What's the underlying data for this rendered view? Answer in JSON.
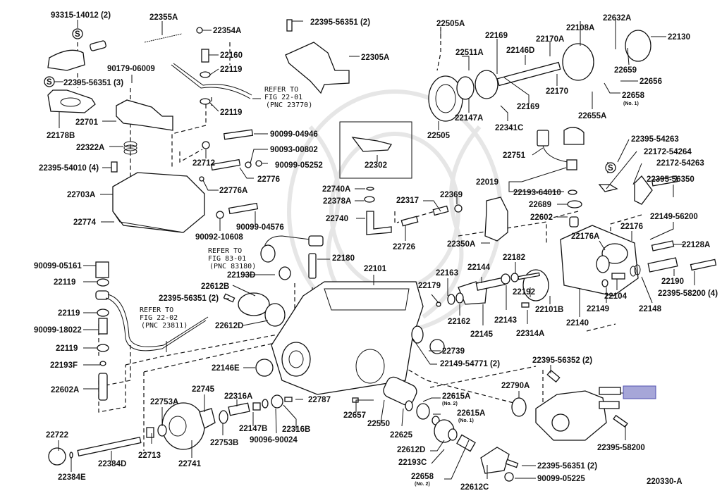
{
  "diagram": {
    "figure_id": "220330-A",
    "highlight_color": "#a6a6d8",
    "highlight_border": "#5050b0",
    "parts": [
      {
        "id": "p1",
        "label": "93315-14012 (2)"
      },
      {
        "id": "p2",
        "label": "22355A"
      },
      {
        "id": "p3",
        "label": "22354A"
      },
      {
        "id": "p4",
        "label": "22160"
      },
      {
        "id": "p5",
        "label": "22119"
      },
      {
        "id": "p6",
        "label": "90179-06009"
      },
      {
        "id": "p7",
        "label": "22395-56351 (3)"
      },
      {
        "id": "p8",
        "label": "22119"
      },
      {
        "id": "p9",
        "label": "22701"
      },
      {
        "id": "p10",
        "label": "22178B"
      },
      {
        "id": "p11",
        "label": "22322A"
      },
      {
        "id": "p12",
        "label": "22395-54010 (4)"
      },
      {
        "id": "p13",
        "label": "22712"
      },
      {
        "id": "p14",
        "label": "22703A"
      },
      {
        "id": "p15",
        "label": "22774"
      },
      {
        "id": "p16",
        "label": "22395-56351 (2)"
      },
      {
        "id": "p17",
        "label": "22305A"
      },
      {
        "id": "p18",
        "label": "90099-04946"
      },
      {
        "id": "p19",
        "label": "90093-00802"
      },
      {
        "id": "p20",
        "label": "90099-05252"
      },
      {
        "id": "p21",
        "label": "22776"
      },
      {
        "id": "p22",
        "label": "22776A"
      },
      {
        "id": "p23",
        "label": "90099-04576"
      },
      {
        "id": "p24",
        "label": "90092-10608"
      },
      {
        "id": "p25",
        "label": "22302"
      },
      {
        "id": "p26",
        "label": "22505A"
      },
      {
        "id": "p27",
        "label": "22511A"
      },
      {
        "id": "p28",
        "label": "22169"
      },
      {
        "id": "p29",
        "label": "22146D"
      },
      {
        "id": "p30",
        "label": "22170A"
      },
      {
        "id": "p31",
        "label": "22108A"
      },
      {
        "id": "p32",
        "label": "22632A"
      },
      {
        "id": "p33",
        "label": "22130"
      },
      {
        "id": "p34",
        "label": "22659"
      },
      {
        "id": "p35",
        "label": "22656"
      },
      {
        "id": "p36",
        "label": "22658"
      },
      {
        "id": "p37",
        "label": "22170"
      },
      {
        "id": "p38",
        "label": "22169"
      },
      {
        "id": "p39",
        "label": "22147A"
      },
      {
        "id": "p40",
        "label": "22341C"
      },
      {
        "id": "p41",
        "label": "22505"
      },
      {
        "id": "p42",
        "label": "22655A"
      },
      {
        "id": "p43",
        "label": "22751"
      },
      {
        "id": "p44",
        "label": "22019"
      },
      {
        "id": "p45",
        "label": "22193-64010"
      },
      {
        "id": "p46",
        "label": "22689"
      },
      {
        "id": "p47",
        "label": "22602"
      },
      {
        "id": "p48",
        "label": "22395-54263"
      },
      {
        "id": "p49",
        "label": "22172-54264"
      },
      {
        "id": "p50",
        "label": "22172-54263"
      },
      {
        "id": "p51",
        "label": "22395-56350"
      },
      {
        "id": "p52",
        "label": "22149-56200"
      },
      {
        "id": "p53",
        "label": "22128A"
      },
      {
        "id": "p54",
        "label": "22176"
      },
      {
        "id": "p55",
        "label": "22176A"
      },
      {
        "id": "p56",
        "label": "22190"
      },
      {
        "id": "p57",
        "label": "22395-58200 (4)"
      },
      {
        "id": "p58",
        "label": "22104"
      },
      {
        "id": "p59",
        "label": "22148"
      },
      {
        "id": "p60",
        "label": "22149"
      },
      {
        "id": "p61",
        "label": "22140"
      },
      {
        "id": "p62",
        "label": "22101B"
      },
      {
        "id": "p63",
        "label": "22192"
      },
      {
        "id": "p64",
        "label": "22182"
      },
      {
        "id": "p65",
        "label": "22143"
      },
      {
        "id": "p66",
        "label": "22314A"
      },
      {
        "id": "p67",
        "label": "22144"
      },
      {
        "id": "p68",
        "label": "22145"
      },
      {
        "id": "p69",
        "label": "22163"
      },
      {
        "id": "p70",
        "label": "22162"
      },
      {
        "id": "p71",
        "label": "22179"
      },
      {
        "id": "p72",
        "label": "22740A"
      },
      {
        "id": "p73",
        "label": "22378A"
      },
      {
        "id": "p74",
        "label": "22740"
      },
      {
        "id": "p75",
        "label": "22317"
      },
      {
        "id": "p76",
        "label": "22369"
      },
      {
        "id": "p77",
        "label": "22726"
      },
      {
        "id": "p78",
        "label": "22350A"
      },
      {
        "id": "p79",
        "label": "22180"
      },
      {
        "id": "p80",
        "label": "22101"
      },
      {
        "id": "p81",
        "label": "22193D"
      },
      {
        "id": "p82",
        "label": "22612B"
      },
      {
        "id": "p83",
        "label": "22395-56351 (2)"
      },
      {
        "id": "p84",
        "label": "22612D"
      },
      {
        "id": "p85",
        "label": "22739"
      },
      {
        "id": "p86",
        "label": "22149-54771 (2)"
      },
      {
        "id": "p87",
        "label": "90099-05161"
      },
      {
        "id": "p88",
        "label": "22119"
      },
      {
        "id": "p89",
        "label": "22119"
      },
      {
        "id": "p90",
        "label": "90099-18022"
      },
      {
        "id": "p91",
        "label": "22119"
      },
      {
        "id": "p92",
        "label": "22193F"
      },
      {
        "id": "p93",
        "label": "22602A"
      },
      {
        "id": "p94",
        "label": "22146E"
      },
      {
        "id": "p95",
        "label": "22745"
      },
      {
        "id": "p96",
        "label": "22753A"
      },
      {
        "id": "p97",
        "label": "22316A"
      },
      {
        "id": "p98",
        "label": "22787"
      },
      {
        "id": "p99",
        "label": "22147B"
      },
      {
        "id": "p100",
        "label": "22316B"
      },
      {
        "id": "p101",
        "label": "90096-90024"
      },
      {
        "id": "p102",
        "label": "22753B"
      },
      {
        "id": "p103",
        "label": "22741"
      },
      {
        "id": "p104",
        "label": "22713"
      },
      {
        "id": "p105",
        "label": "22722"
      },
      {
        "id": "p106",
        "label": "22384D"
      },
      {
        "id": "p107",
        "label": "22384E"
      },
      {
        "id": "p108",
        "label": "22657"
      },
      {
        "id": "p109",
        "label": "22550"
      },
      {
        "id": "p110",
        "label": "22625"
      },
      {
        "id": "p111",
        "label": "22615A"
      },
      {
        "id": "p112",
        "label": "22615A"
      },
      {
        "id": "p113",
        "label": "22612D"
      },
      {
        "id": "p114",
        "label": "22193C"
      },
      {
        "id": "p115",
        "label": "22658"
      },
      {
        "id": "p116",
        "label": "22612C"
      },
      {
        "id": "p117",
        "label": "22395-56351 (2)"
      },
      {
        "id": "p118",
        "label": "90099-05225"
      },
      {
        "id": "p119",
        "label": "22790A"
      },
      {
        "id": "p120",
        "label": "22395-56352 (2)"
      },
      {
        "id": "p121",
        "label": "22395-58200"
      }
    ],
    "notes": {
      "no1": "(No. 1)",
      "no2": "(No. 2)",
      "no1_b": "(No. 1)",
      "no2_b": "(No. 2)",
      "no2_c": "(No. 2)"
    },
    "references": {
      "ref_22_01": [
        "REFER TO",
        "FIG 22-01",
        "(PNC 23770)"
      ],
      "ref_83_01": [
        "REFER TO",
        "FIG 83-01",
        "(PNC 83180)"
      ],
      "ref_22_02": [
        "REFER TO",
        "FIG 22-02",
        "(PNC 23811)"
      ]
    },
    "symbols": {
      "s_marker": "S"
    }
  }
}
